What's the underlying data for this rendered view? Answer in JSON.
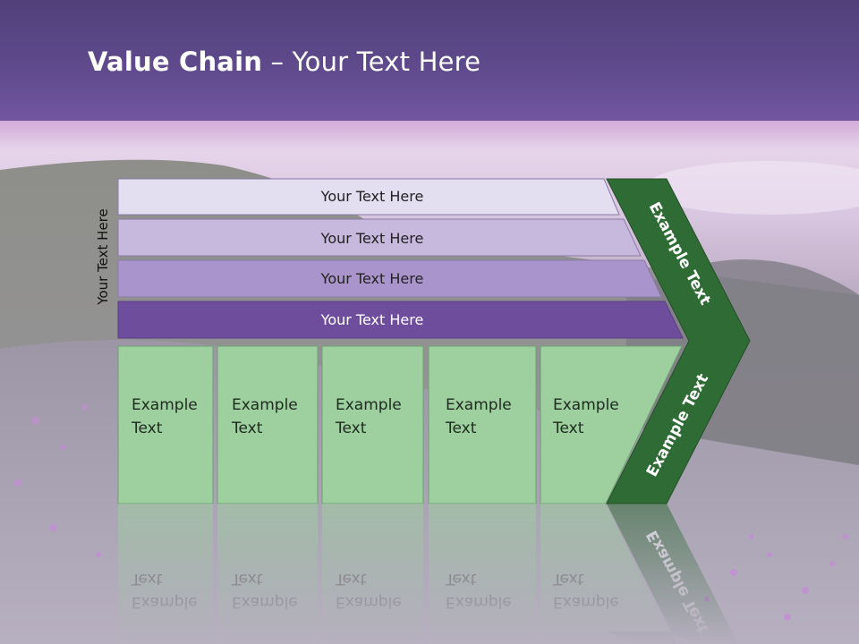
{
  "title": {
    "bold": "Value Chain",
    "rest": " – Your Text Here"
  },
  "side_label": "Your Text Here",
  "bars": [
    {
      "label": "Your Text Here",
      "fill": "#e3def0",
      "text_color": "#222222"
    },
    {
      "label": "Your Text Here",
      "fill": "#c7b8de",
      "text_color": "#222222"
    },
    {
      "label": "Your Text Here",
      "fill": "#a995cc",
      "text_color": "#222222"
    },
    {
      "label": "Your Text Here",
      "fill": "#6e4d9d",
      "text_color": "#ffffff"
    }
  ],
  "activities": [
    {
      "line1": "Example",
      "line2": "Text"
    },
    {
      "line1": "Example",
      "line2": "Text"
    },
    {
      "line1": "Example",
      "line2": "Text"
    },
    {
      "line1": "Example",
      "line2": "Text"
    },
    {
      "line1": "Example",
      "line2": "Text"
    }
  ],
  "chevron": {
    "upper_label": "Example Text",
    "lower_label": "Example Text",
    "fill": "#2f6b35"
  },
  "colors": {
    "activity_fill": "#9dcf9f",
    "activity_stroke": "#6f9f72",
    "accent": "#5f4a8c"
  }
}
